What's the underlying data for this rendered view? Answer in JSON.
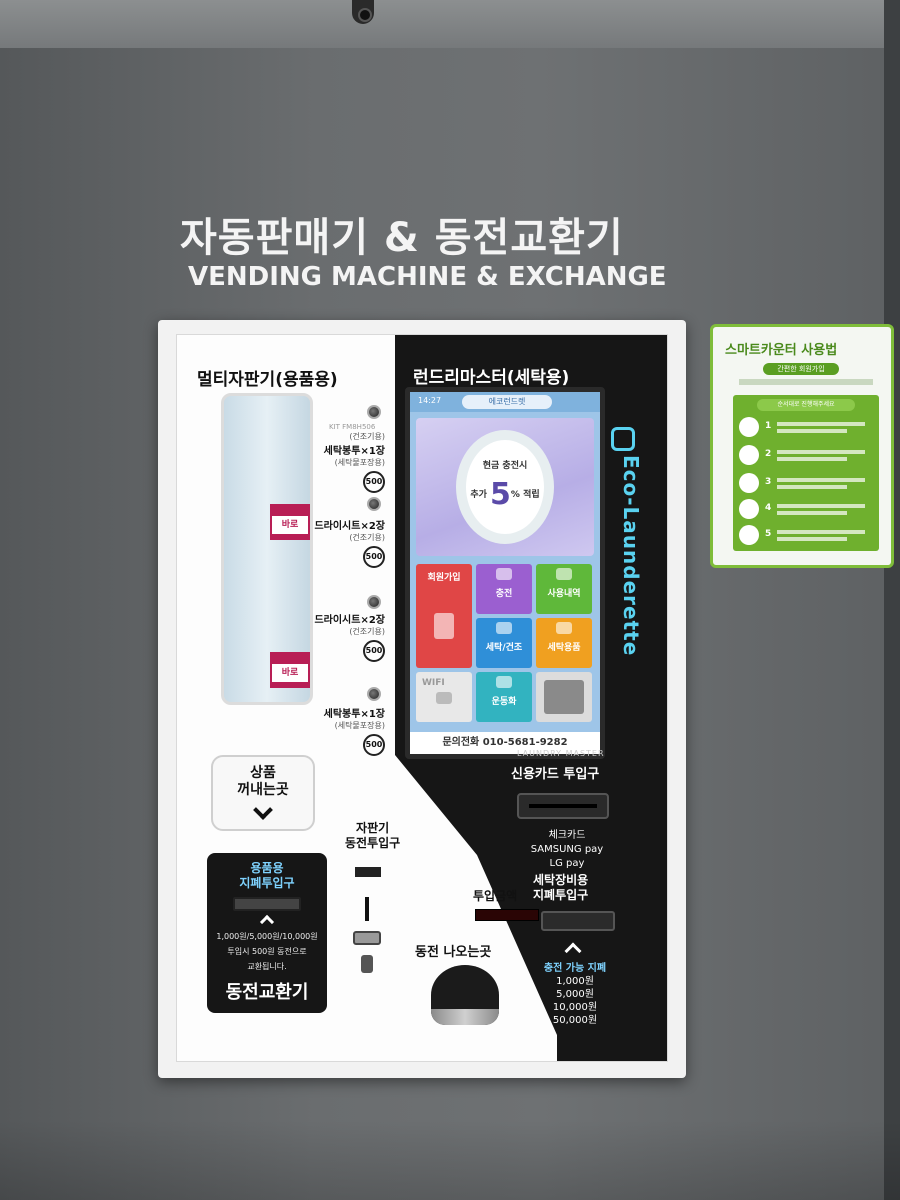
{
  "signage": {
    "title_ko": "자동판매기 & 동전교환기",
    "title_en": "VENDING MACHINE & EXCHANGE"
  },
  "vending": {
    "title": "멀티자판기(용품용)",
    "kit_code": "KIT FM8H506",
    "pack_label": "바로",
    "slots": [
      {
        "sub_top": "(건조기용)",
        "name": "세탁봉투×1장",
        "sub": "(세탁물포장용)",
        "price": "500"
      },
      {
        "name": "드라이시트×2장",
        "sub": "(건조기용)",
        "price": "500"
      },
      {
        "name": "드라이시트×2장",
        "sub": "(건조기용)",
        "price": "500"
      },
      {
        "name": "세탁봉투×1장",
        "sub": "(세탁물포장용)",
        "price": "500"
      }
    ],
    "pickup_line1": "상품",
    "pickup_line2": "꺼내는곳",
    "coin_label_line1": "자판기",
    "coin_label_line2": "동전투입구",
    "amount_label": "투입금액",
    "return_label": "동전 나오는곳"
  },
  "exchange": {
    "head_line1": "용품용",
    "head_line2": "지폐투입구",
    "note_line1": "1,000원/5,000원/10,000원",
    "note_line2": "투입시 500원 동전으로",
    "note_line3": "교환됩니다.",
    "title": "동전교환기"
  },
  "laundry": {
    "title": "런드리마스터(세탁용)",
    "brand": "Eco-Launderette",
    "laundry_master": "LAUNDRY MASTER",
    "card_label": "신용카드 투입구",
    "pay_methods": [
      "체크카드",
      "SAMSUNG pay",
      "LG pay"
    ],
    "bill_label_line1": "세탁장비용",
    "bill_label_line2": "지폐투입구",
    "bill_head": "충전 가능 지폐",
    "bills": [
      "1,000원",
      "5,000원",
      "10,000원",
      "50,000원"
    ]
  },
  "screen": {
    "date": "14:27",
    "brand": "에코런드렛",
    "banner_line1": "현금 충전시",
    "banner_add": "추가",
    "banner_five": "5",
    "banner_pct": "%",
    "banner_reward": "적립",
    "tiles": [
      {
        "label": "회원가입",
        "color": "#e04646"
      },
      {
        "label": "충전",
        "color": "#9b5fd0"
      },
      {
        "label": "사용내역",
        "color": "#5fb83a"
      },
      {
        "label": "세탁/건조",
        "color": "#2f8fd8"
      },
      {
        "label": "세탁용품",
        "color": "#f0a020"
      },
      {
        "label": "WIFI",
        "color": "#e8e8e8"
      },
      {
        "label": "운동화",
        "color": "#32b3c0"
      }
    ],
    "phone": "문의전화 010-5681-9282"
  },
  "guide": {
    "title": "스마트카운터 사용법",
    "pill": "간편한 회원가입",
    "panel_head": "순서대로 진행해주세요",
    "steps": [
      "1",
      "2",
      "3",
      "4",
      "5"
    ]
  }
}
